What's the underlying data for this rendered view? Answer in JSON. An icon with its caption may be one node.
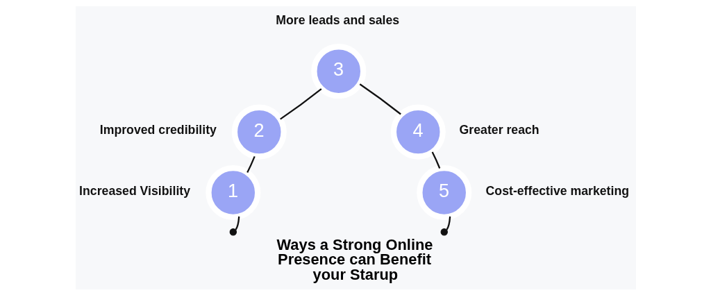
{
  "diagram": {
    "title": "Ways a Strong Online Presence can Benefit your Starup",
    "nodes": [
      {
        "text": [
          "1"
        ],
        "beside": [
          "Increased Visibility"
        ]
      },
      {
        "text": [
          "2"
        ],
        "beside": [
          "Improved credibility"
        ]
      },
      {
        "text": [
          "3"
        ],
        "beside": [
          "More leads and sales"
        ]
      },
      {
        "text": [
          "4"
        ],
        "beside": [
          "Greater reach"
        ]
      },
      {
        "text": [
          "5"
        ],
        "beside": [
          "Cost-effective marketing"
        ]
      },
      {
        "text": [],
        "shape": "circle"
      },
      {
        "text": [],
        "shape": "circle"
      }
    ],
    "edges": [
      {
        "from": 5,
        "to": 0,
        "arrow": "none"
      },
      {
        "from": 0,
        "to": 1,
        "arrow": "none"
      },
      {
        "from": 1,
        "to": 2,
        "arrow": "none"
      },
      {
        "from": 2,
        "to": 3,
        "arrow": "none"
      },
      {
        "from": 3,
        "to": 4,
        "arrow": "none"
      },
      {
        "from": 4,
        "to": 6,
        "arrow": "none"
      }
    ]
  }
}
